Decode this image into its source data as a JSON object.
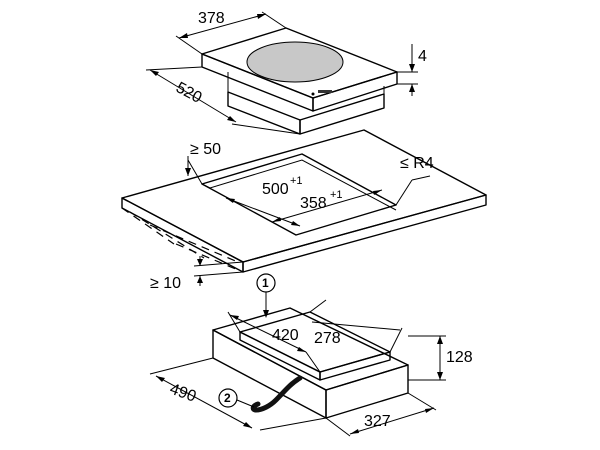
{
  "hob": {
    "width": "378",
    "depth": "520",
    "height": "4"
  },
  "worktop": {
    "front_clearance": "≥ 50",
    "cutout_depth": "500",
    "cutout_depth_tolerance": "+1",
    "cutout_width": "358",
    "cutout_width_tolerance": "+1",
    "corner_radius": "≤ R4",
    "min_thickness": "≥ 10"
  },
  "housing": {
    "top_depth": "420",
    "top_width": "278",
    "height": "128",
    "depth": "490",
    "width": "327"
  },
  "callouts": {
    "one": "1",
    "two": "2"
  }
}
